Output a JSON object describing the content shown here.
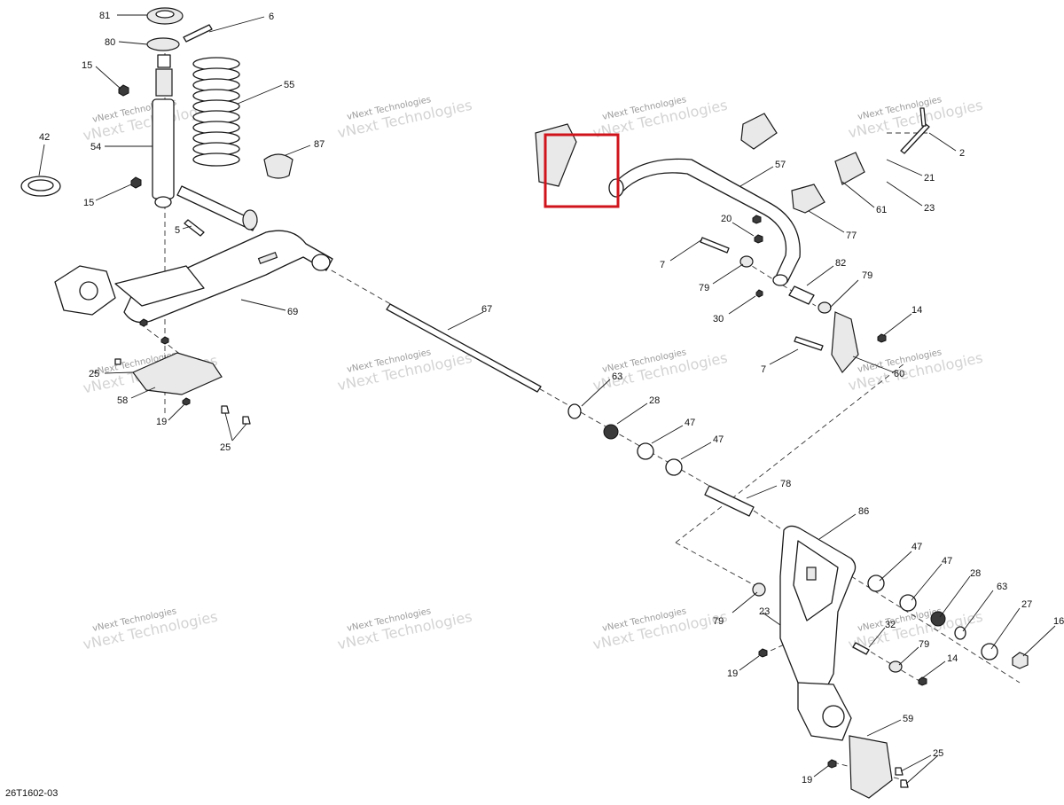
{
  "document_id": "26T1602-03",
  "watermark": {
    "line1": "vNext Technologies",
    "line2": "vNext Technologies"
  },
  "callouts": {
    "c81": "81",
    "c6": "6",
    "c80": "80",
    "c15a": "15",
    "c55": "55",
    "c42": "42",
    "c54": "54",
    "c87": "87",
    "c15b": "15",
    "c5": "5",
    "c69": "69",
    "c25a": "25",
    "c58": "58",
    "c19a": "19",
    "c25b": "25",
    "c67": "67",
    "c63a": "63",
    "c28a": "28",
    "c47a": "47",
    "c47b": "47",
    "c78": "78",
    "c57": "57",
    "c20": "20",
    "c7a": "7",
    "c79a": "79",
    "c30": "30",
    "c82": "82",
    "c79b": "79",
    "c14a": "14",
    "c7b": "7",
    "c60": "60",
    "c2": "2",
    "c21": "21",
    "c23a": "23",
    "c61": "61",
    "c77": "77",
    "c86": "86",
    "c47c": "47",
    "c47d": "47",
    "c28b": "28",
    "c63b": "63",
    "c27": "27",
    "c16": "16",
    "c79c": "79",
    "c23b": "23",
    "c32": "32",
    "c79d": "79",
    "c14b": "14",
    "c19b": "19",
    "c59": "59",
    "c25c": "25",
    "c19c": "19"
  },
  "highlight_color": "#d0141c"
}
